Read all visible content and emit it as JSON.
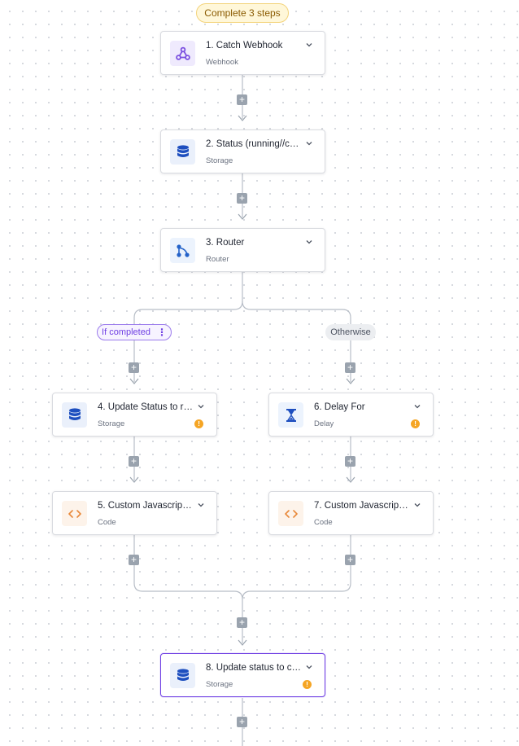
{
  "header": {
    "complete_label": "Complete 3 steps"
  },
  "steps": [
    {
      "title": "1. Catch Webhook",
      "subtitle": "Webhook",
      "icon": "webhook-icon",
      "warning": false
    },
    {
      "title": "2. Status (running//co...",
      "subtitle": "Storage",
      "icon": "database-icon",
      "warning": false
    },
    {
      "title": "3. Router",
      "subtitle": "Router",
      "icon": "router-icon",
      "warning": false
    },
    {
      "title": "4. Update Status to ru...",
      "subtitle": "Storage",
      "icon": "database-icon",
      "warning": true
    },
    {
      "title": "5. Custom Javascript C...",
      "subtitle": "Code",
      "icon": "code-icon",
      "warning": false
    },
    {
      "title": "6. Delay For",
      "subtitle": "Delay",
      "icon": "hourglass-icon",
      "warning": true
    },
    {
      "title": "7. Custom Javascript C...",
      "subtitle": "Code",
      "icon": "code-icon",
      "warning": false
    },
    {
      "title": "8. Update status to co...",
      "subtitle": "Storage",
      "icon": "database-icon",
      "warning": true,
      "selected": true
    }
  ],
  "branches": {
    "if_label": "If completed",
    "else_label": "Otherwise"
  },
  "ui": {
    "plus_glyph": "+",
    "warn_glyph": "!",
    "kebab_glyph": "⋮"
  },
  "colors": {
    "accent": "#6f3fe3",
    "connector": "#9aa3ae",
    "warning": "#f5a524",
    "storage_blue": "#1e4fbf"
  }
}
